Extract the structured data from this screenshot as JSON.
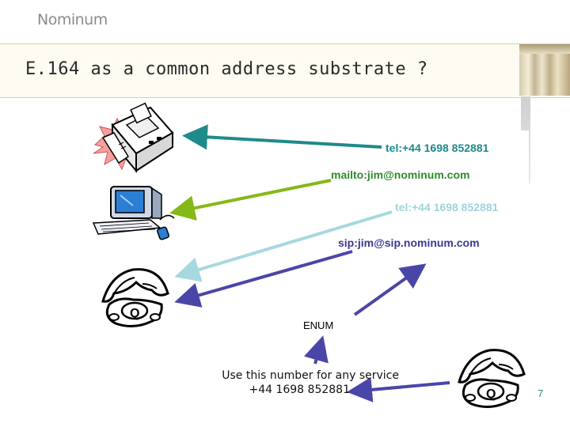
{
  "logo": {
    "text": "Nominum"
  },
  "title": "E.164 as a common address substrate ?",
  "labels": {
    "tel1": "tel:+44 1698 852881",
    "mailto": "mailto:jim@nominum.com",
    "tel2": "tel:+44 1698 852881",
    "sip": "sip:jim@sip.nominum.com"
  },
  "enum": "ENUM",
  "use_line1": "Use this number for any service",
  "use_line2": "+44 1698 852881",
  "page_number": "7",
  "colors": {
    "teal": "#1f8a8a",
    "green": "#86b817",
    "lightblue": "#a8d8df",
    "navy": "#4a46a8"
  },
  "icons": [
    "fax-machine-icon",
    "computer-icon",
    "telephone-icon",
    "telephone-icon"
  ]
}
